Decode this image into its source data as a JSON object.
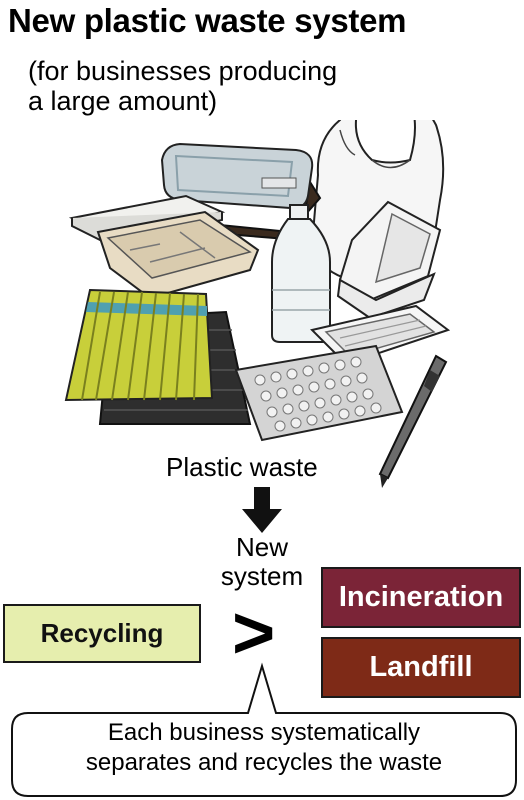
{
  "title": "New plastic waste system",
  "subtitle": [
    "(for businesses producing",
    "a large amount)"
  ],
  "illustration": {
    "items": [
      "lunch-box-lid",
      "bento-tray",
      "food-container",
      "plastic-bottle",
      "plastic-bag",
      "foam-tray",
      "clear-tray",
      "corrugated-sheet",
      "bubble-sheet",
      "ballpoint-pen"
    ]
  },
  "flow": {
    "source_label": "Plastic waste",
    "new_system_label": [
      "New",
      "system"
    ],
    "comparison_symbol": ">"
  },
  "options": {
    "recycling": "Recycling",
    "incineration": "Incineration",
    "landfill": "Landfill"
  },
  "colors": {
    "recycling_bg": "#e6eeae",
    "incineration_bg": "#7b2437",
    "landfill_bg": "#7e2a17"
  },
  "callout": [
    "Each business systematically",
    "separates and recycles the waste"
  ]
}
